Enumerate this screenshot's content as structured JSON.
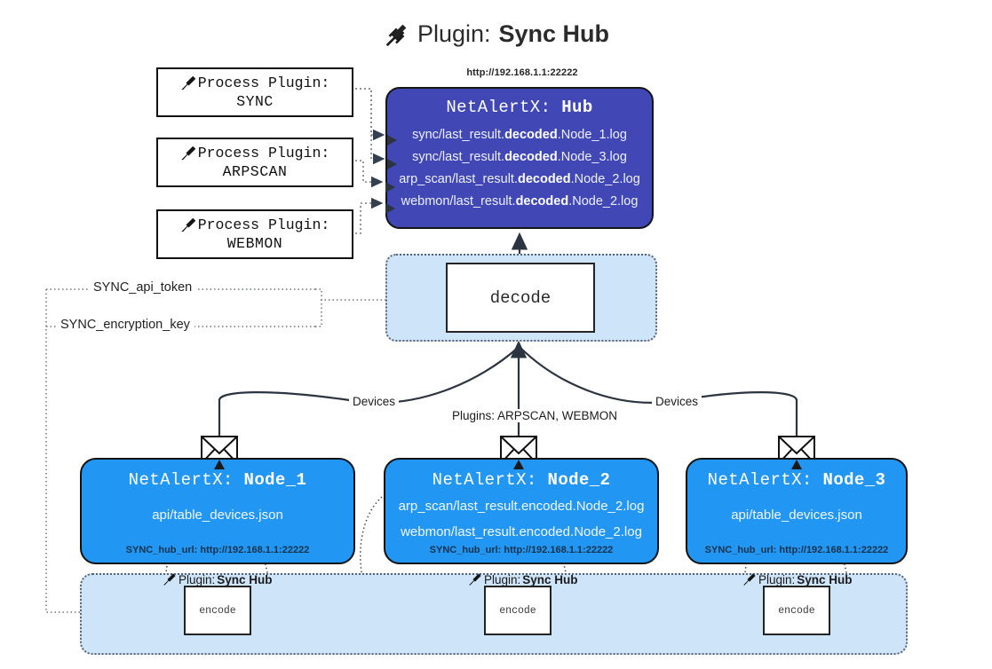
{
  "page": {
    "title_prefix": "Plugin:",
    "title_name": "Sync Hub",
    "title_icon": "plug-icon"
  },
  "hub": {
    "url": "http://192.168.1.1:22222",
    "name_prefix": "NetAlertX:",
    "name": "Hub",
    "log_lines": [
      {
        "pre": "sync/last_result.",
        "mid": "decoded",
        "post": ".Node_1.log"
      },
      {
        "pre": "sync/last_result.",
        "mid": "decoded",
        "post": ".Node_3.log"
      },
      {
        "pre": "arp_scan/last_result.",
        "mid": "decoded",
        "post": ".Node_2.log"
      },
      {
        "pre": "webmon/last_result.",
        "mid": "decoded",
        "post": ".Node_2.log"
      }
    ],
    "color": "#4148b5"
  },
  "process_plugins": [
    {
      "line1": "Process Plugin:",
      "line2": "SYNC",
      "icon": "plug-icon"
    },
    {
      "line1": "Process Plugin:",
      "line2": "ARPSCAN",
      "icon": "plug-icon"
    },
    {
      "line1": "Process Plugin:",
      "line2": "WEBMON",
      "icon": "plug-icon"
    }
  ],
  "decode": {
    "label": "decode",
    "container_color": "#cee4f8"
  },
  "keys": [
    {
      "label": "SYNC_api_token"
    },
    {
      "label": "SYNC_encryption_key"
    }
  ],
  "edge_labels": {
    "left_devices": "Devices",
    "right_devices": "Devices",
    "center_plugins": "Plugins: ARPSCAN, WEBMON"
  },
  "nodes": [
    {
      "name_prefix": "NetAlertX:",
      "name": "Node_1",
      "icon": "envelope-icon",
      "lines": [
        {
          "pre": "api/table_devices.json",
          "mid": "",
          "post": ""
        }
      ],
      "footer": "SYNC_hub_url: http://192.168.1.1:22222",
      "color": "#2196f3"
    },
    {
      "name_prefix": "NetAlertX:",
      "name": "Node_2",
      "icon": "envelope-icon",
      "lines": [
        {
          "pre": "arp_scan/last_result.",
          "mid": "encoded",
          "post": ".Node_2.log"
        },
        {
          "pre": "webmon/last_result.",
          "mid": "encoded",
          "post": ".Node_2.log"
        }
      ],
      "footer": "SYNC_hub_url: http://192.168.1.1:22222",
      "color": "#2196f3"
    },
    {
      "name_prefix": "NetAlertX:",
      "name": "Node_3",
      "icon": "envelope-icon",
      "lines": [
        {
          "pre": "api/table_devices.json",
          "mid": "",
          "post": ""
        }
      ],
      "footer": "SYNC_hub_url: http://192.168.1.1:22222",
      "color": "#2196f3"
    }
  ],
  "encoders": [
    {
      "plugin_prefix": "Plugin:",
      "plugin_name": "Sync Hub",
      "box_label": "encode",
      "icon": "plug-icon"
    },
    {
      "plugin_prefix": "Plugin:",
      "plugin_name": "Sync Hub",
      "box_label": "encode",
      "icon": "plug-icon"
    },
    {
      "plugin_prefix": "Plugin:",
      "plugin_name": "Sync Hub",
      "box_label": "encode",
      "icon": "plug-icon"
    }
  ]
}
